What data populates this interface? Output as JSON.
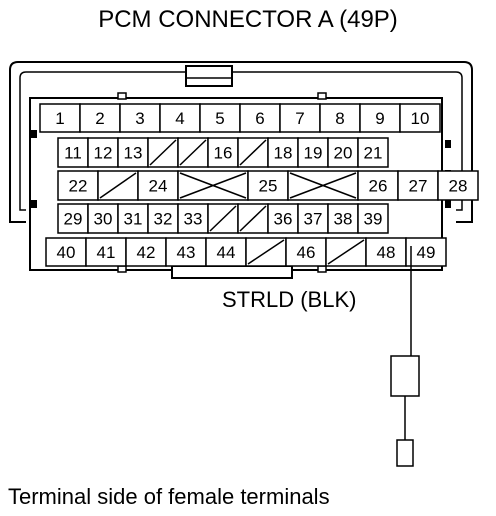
{
  "title": "PCM CONNECTOR A (49P)",
  "wire_label": "STRLD (BLK)",
  "caption": "Terminal side of female terminals",
  "connector": {
    "rows": [
      [
        {
          "t": "1"
        },
        {
          "t": "2"
        },
        {
          "t": "3"
        },
        {
          "t": "4"
        },
        {
          "t": "5"
        },
        {
          "t": "6"
        },
        {
          "t": "7"
        },
        {
          "t": "8"
        },
        {
          "t": "9"
        },
        {
          "t": "10"
        }
      ],
      [
        {
          "t": "11"
        },
        {
          "t": "12"
        },
        {
          "t": "13"
        },
        {
          "e": "/"
        },
        {
          "e": "/"
        },
        {
          "t": "16"
        },
        {
          "e": "/"
        },
        {
          "t": "18"
        },
        {
          "t": "19"
        },
        {
          "t": "20"
        },
        {
          "t": "21"
        }
      ],
      [
        {
          "t": "22"
        },
        {
          "e": "/"
        },
        {
          "t": "24"
        },
        {
          "e": "x"
        },
        {
          "t": "25"
        },
        {
          "e": "x"
        },
        {
          "t": "26"
        },
        {
          "t": "27"
        },
        {
          "t": "28"
        }
      ],
      [
        {
          "t": "29"
        },
        {
          "t": "30"
        },
        {
          "t": "31"
        },
        {
          "t": "32"
        },
        {
          "t": "33"
        },
        {
          "e": "/"
        },
        {
          "e": "/"
        },
        {
          "t": "36"
        },
        {
          "t": "37"
        },
        {
          "t": "38"
        },
        {
          "t": "39"
        }
      ],
      [
        {
          "t": "40"
        },
        {
          "t": "41"
        },
        {
          "t": "42"
        },
        {
          "t": "43"
        },
        {
          "t": "44"
        },
        {
          "e": "/"
        },
        {
          "t": "46"
        },
        {
          "e": "/"
        },
        {
          "t": "48"
        },
        {
          "t": "49",
          "probe": true
        }
      ]
    ]
  }
}
